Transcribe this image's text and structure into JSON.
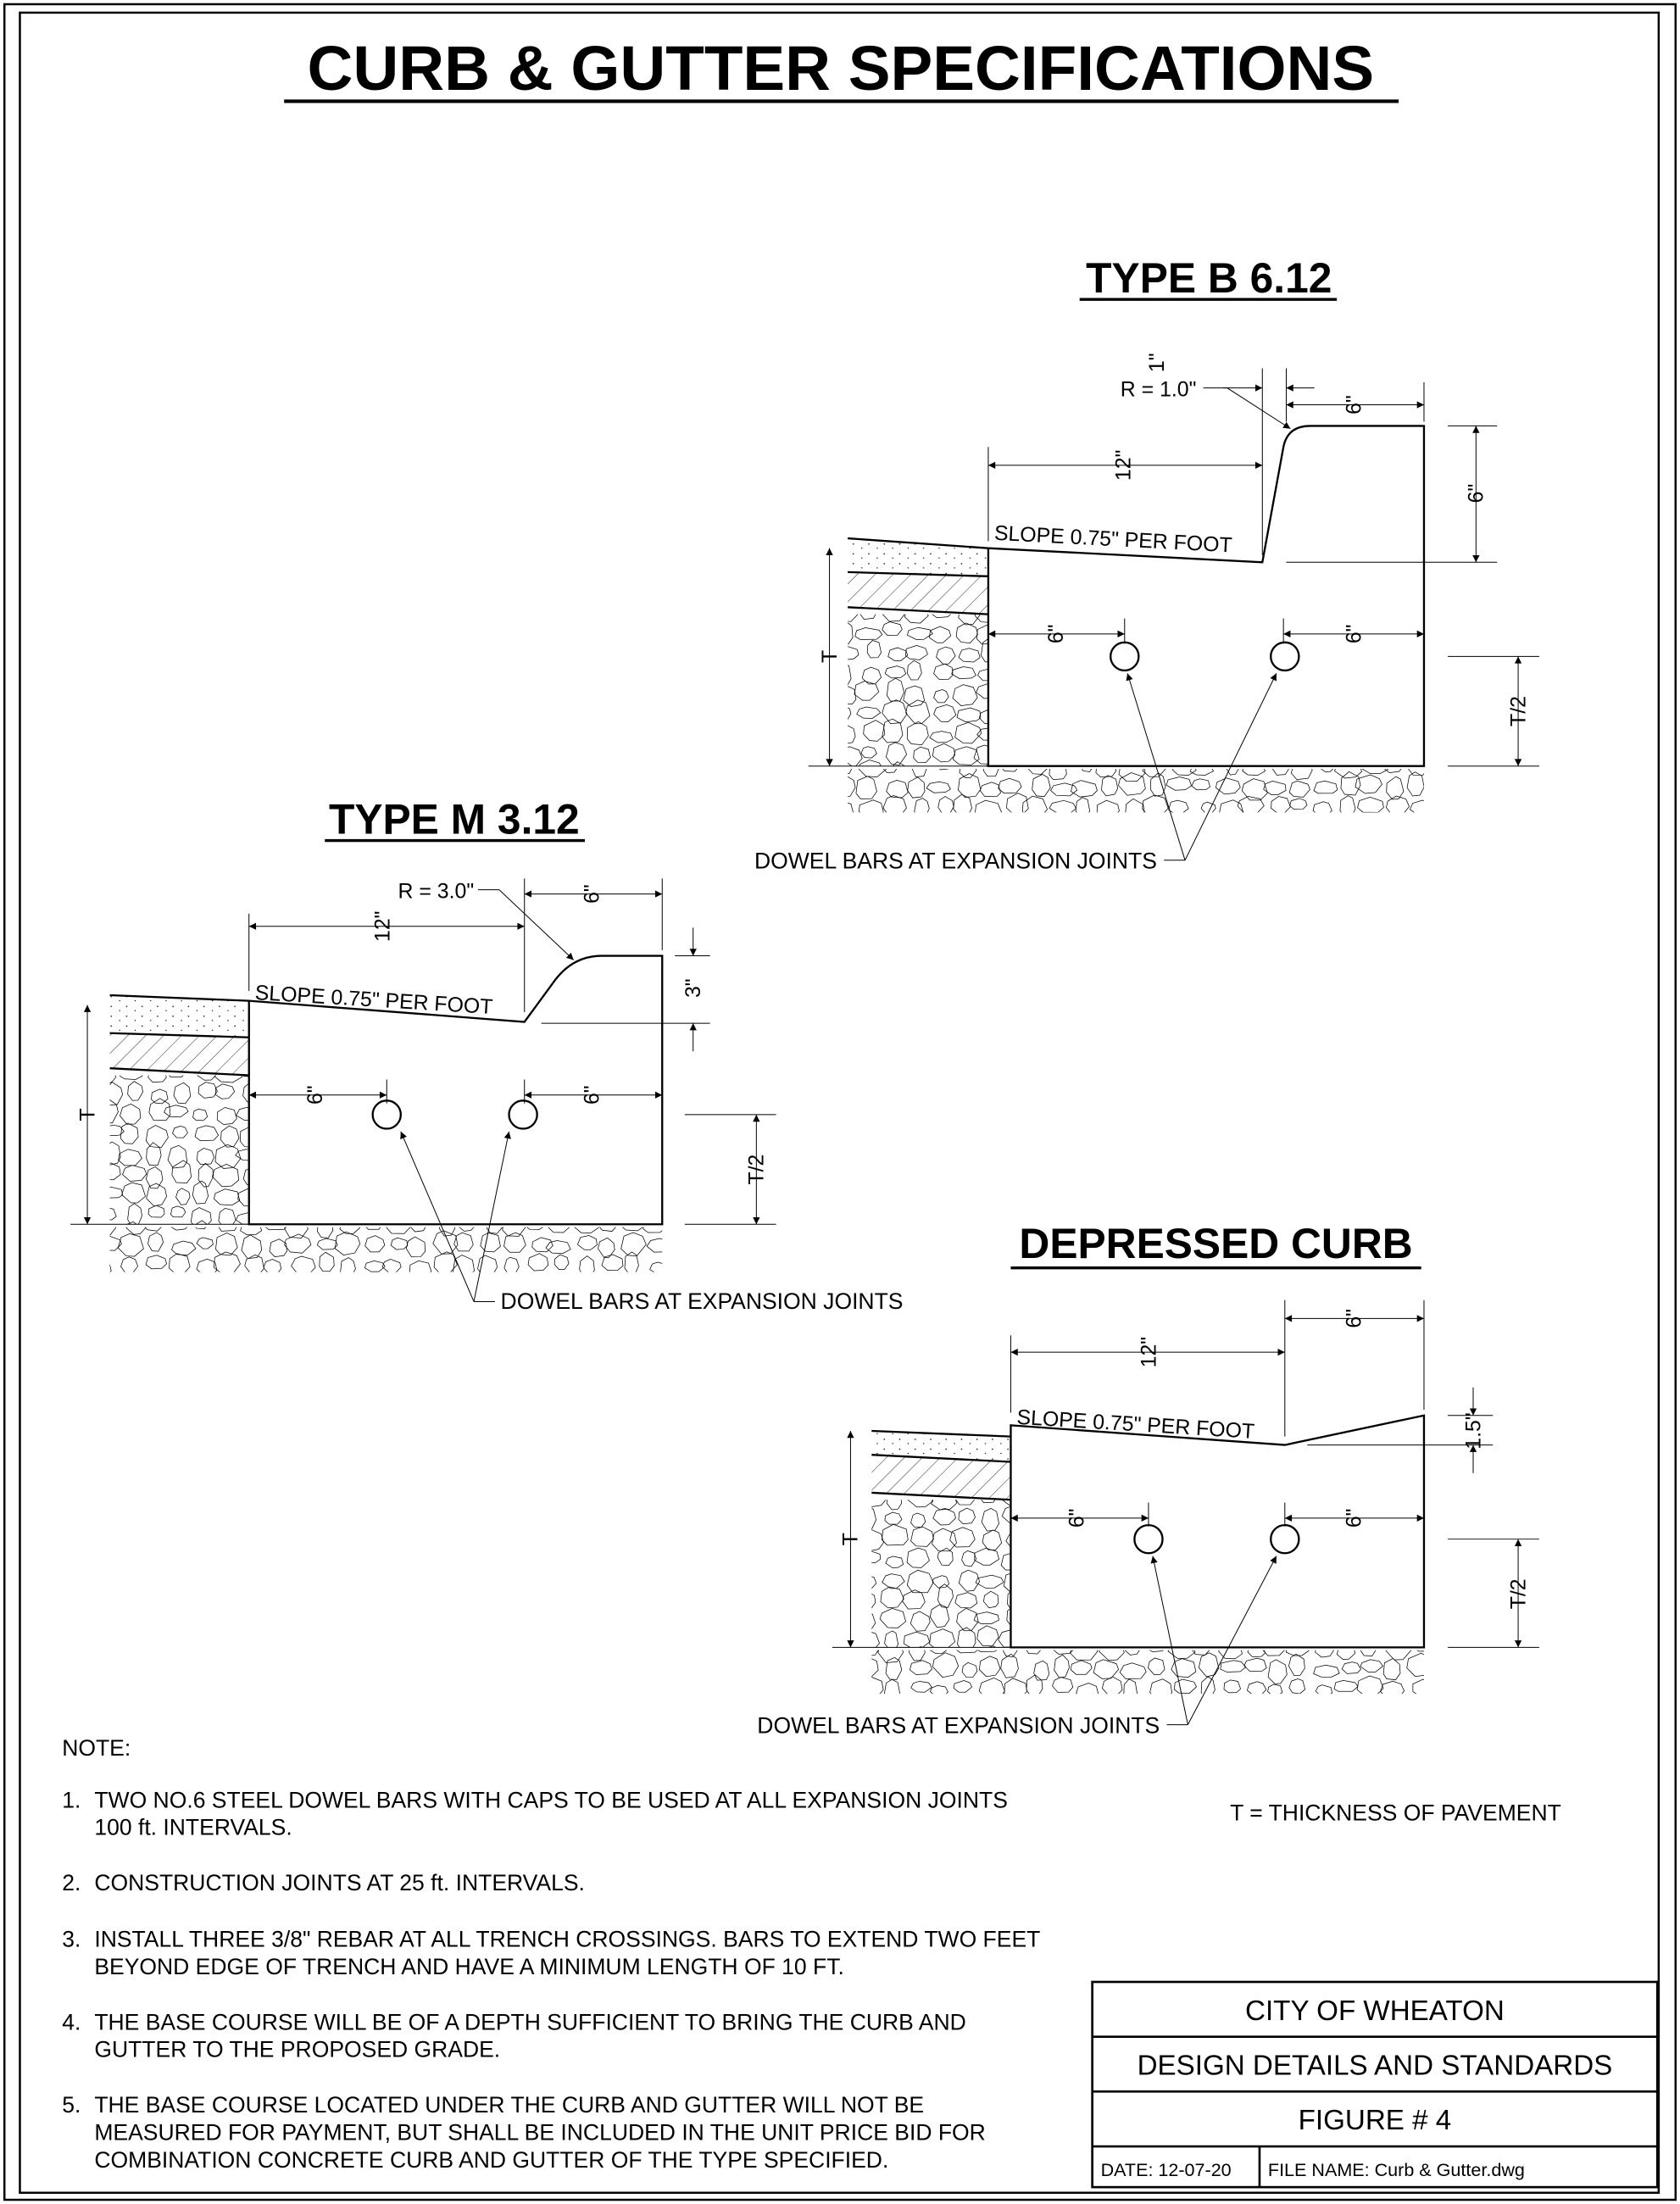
{
  "title": "CURB & GUTTER SPECIFICATIONS",
  "type_b": {
    "title": "TYPE B 6.12",
    "radius_label": "R = 1.0\"",
    "dim_1": "1\"",
    "dim_12": "12\"",
    "dim_top_6": "6\"",
    "dim_height_6": "6\"",
    "dim_left_6": "6\"",
    "dim_right_6": "6\"",
    "slope": "SLOPE 0.75\" PER FOOT",
    "thickness": "T",
    "half_thickness": "T/2",
    "dowel_label": "DOWEL BARS AT EXPANSION JOINTS"
  },
  "type_m": {
    "title": "TYPE M 3.12",
    "radius_label": "R = 3.0\"",
    "dim_12": "12\"",
    "dim_top_6": "6\"",
    "dim_height_3": "3\"",
    "dim_left_6": "6\"",
    "dim_right_6": "6\"",
    "slope": "SLOPE 0.75\" PER FOOT",
    "thickness": "T",
    "half_thickness": "T/2",
    "dowel_label": "DOWEL BARS AT EXPANSION JOINTS"
  },
  "depressed": {
    "title": "DEPRESSED CURB",
    "dim_12": "12\"",
    "dim_top_6": "6\"",
    "dim_height_1_5": "1.5\"",
    "dim_left_6": "6\"",
    "dim_right_6": "6\"",
    "slope": "SLOPE 0.75\" PER FOOT",
    "thickness": "T",
    "half_thickness": "T/2",
    "dowel_label": "DOWEL BARS AT EXPANSION JOINTS"
  },
  "notes": {
    "heading": "NOTE:",
    "legend": "T = THICKNESS OF PAVEMENT",
    "items": [
      {
        "num": "1.",
        "lines": [
          "TWO NO.6 STEEL DOWEL BARS WITH CAPS TO BE USED AT ALL EXPANSION JOINTS",
          "100 ft. INTERVALS."
        ]
      },
      {
        "num": "2.",
        "lines": [
          "CONSTRUCTION JOINTS AT 25 ft. INTERVALS."
        ]
      },
      {
        "num": "3.",
        "lines": [
          "INSTALL THREE 3/8\" REBAR AT ALL TRENCH CROSSINGS.  BARS TO EXTEND TWO FEET",
          "BEYOND EDGE OF TRENCH AND HAVE A MINIMUM LENGTH OF 10 FT."
        ]
      },
      {
        "num": "4.",
        "lines": [
          "THE BASE COURSE WILL BE OF A DEPTH SUFFICIENT TO BRING THE CURB AND",
          "GUTTER TO THE PROPOSED GRADE."
        ]
      },
      {
        "num": "5.",
        "lines": [
          "THE BASE COURSE LOCATED UNDER THE CURB AND GUTTER WILL NOT BE",
          "MEASURED FOR PAYMENT, BUT SHALL BE INCLUDED IN THE UNIT PRICE BID FOR",
          "COMBINATION CONCRETE CURB AND GUTTER OF THE TYPE SPECIFIED."
        ]
      }
    ]
  },
  "title_block": {
    "agency": "CITY OF WHEATON",
    "series": "DESIGN DETAILS AND STANDARDS",
    "figure": "FIGURE # 4",
    "date": "DATE: 12-07-20",
    "file_name": "FILE NAME: Curb & Gutter.dwg"
  }
}
